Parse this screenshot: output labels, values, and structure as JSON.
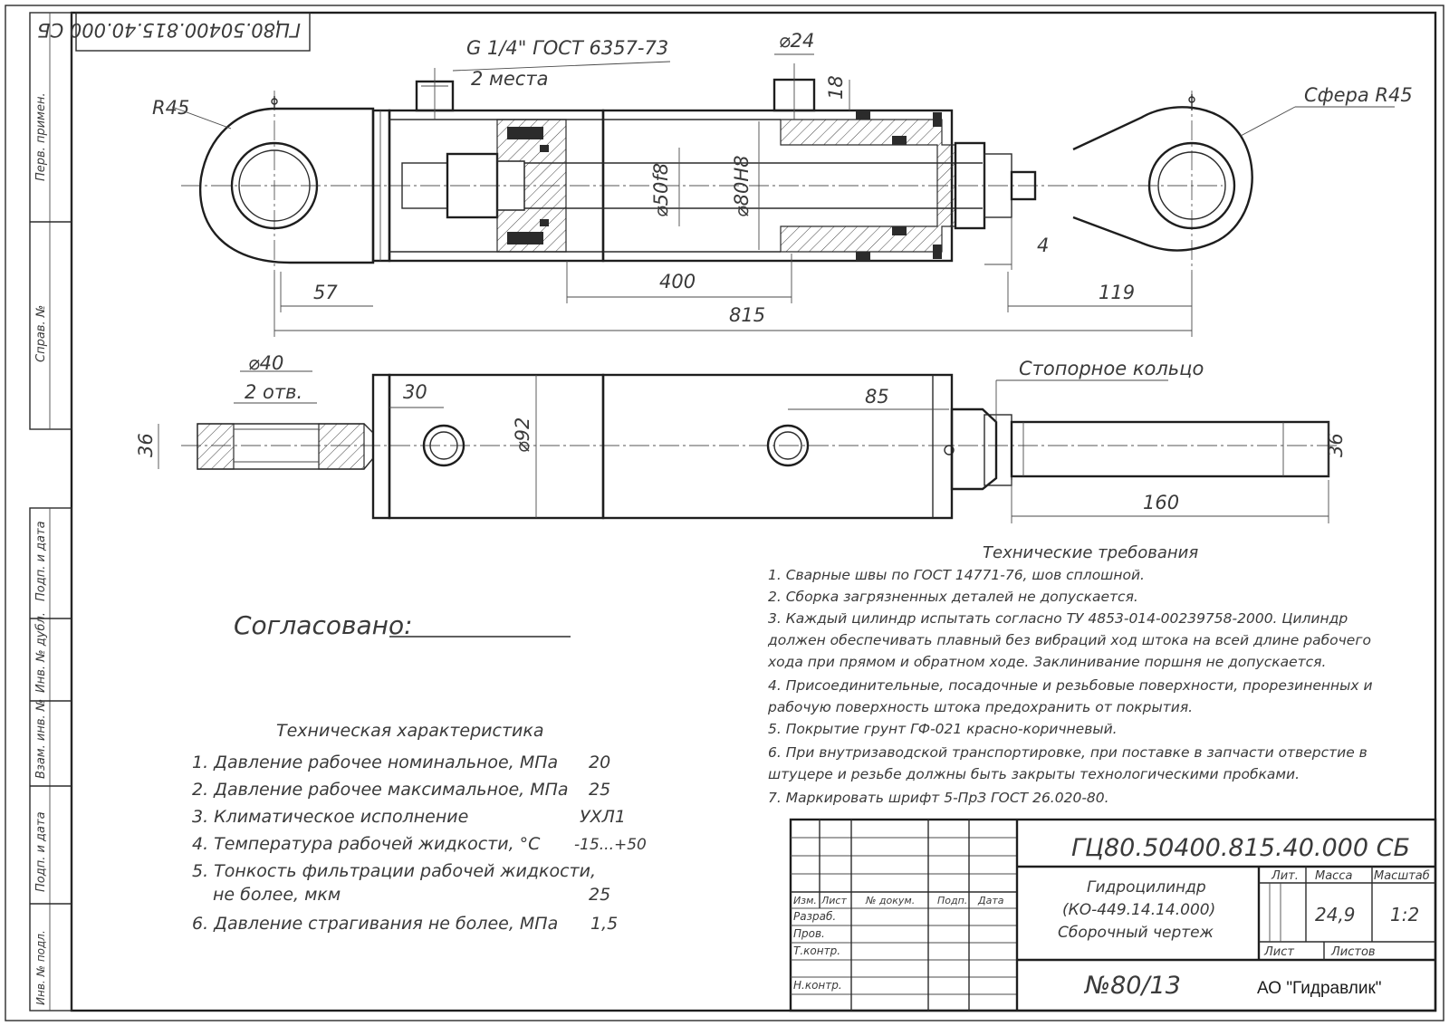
{
  "drawing": {
    "doc_number": "ГЦ80.50400.815.40.000 СБ",
    "doc_number_rotated": "ГЦ80.50400.815.40.000 СБ",
    "port_thread_note": "G 1/4\" ГОСТ 6357-73",
    "port_count_note": "2 места",
    "hole_count_note": "2 отв.",
    "retaining_ring_label": "Стопорное кольцо",
    "approved_label": "Согласовано:",
    "drawing_no": "№80/13",
    "company": "АО \"Гидравлик\""
  },
  "dimensions": {
    "r45_left": "R45",
    "sphere_r45": "Сфера R45",
    "d24": "⌀24",
    "d18": "18",
    "d50f8": "⌀50f8",
    "d80h8": "⌀80H8",
    "d57": "57",
    "d400": "400",
    "d815": "815",
    "d4": "4",
    "d119": "119",
    "d40": "⌀40",
    "d30": "30",
    "d92": "⌀92",
    "d85": "85",
    "d36_left": "36",
    "d36_right": "36",
    "d160": "160"
  },
  "tech_characteristics": {
    "title": "Техническая характеристика",
    "items": [
      {
        "label": "1. Давление рабочее номинальное, МПа",
        "value": "20"
      },
      {
        "label": "2. Давление рабочее максимальное, МПа",
        "value": "25"
      },
      {
        "label": "3. Климатическое исполнение",
        "value": "УХЛ1"
      },
      {
        "label": "4. Температура рабочей жидкости, °С",
        "value": "-15...+50"
      },
      {
        "label": "5. Тонкость фильтрации рабочей жидкости,",
        "value": ""
      },
      {
        "label": "не более, мкм",
        "value": "25"
      },
      {
        "label": "6. Давление страгивания не более, МПа",
        "value": "1,5"
      }
    ]
  },
  "tech_requirements": {
    "title": "Технические требования",
    "lines": [
      "1.  Сварные швы по ГОСТ 14771-76, шов сплошной.",
      "2.  Сборка загрязненных деталей не допускается.",
      "3. Каждый цилиндр испытать согласно ТУ 4853-014-00239758-2000. Цилиндр",
      "должен обеспечивать плавный без вибраций ход штока на всей длине рабочего",
      "хода при прямом и обратном ходе. Заклинивание поршня не допускается.",
      "4. Присоединительные, посадочные и резьбовые поверхности, прорезиненных и",
      "рабочую поверхность штока предохранить от покрытия.",
      "5. Покрытие грунт ГФ-021 красно-коричневый.",
      "6.  При внутризаводской транспортировке, при поставке в запчасти отверстие в",
      "штуцере и резьбе должны быть закрыты технологическими пробками.",
      "7. Маркировать шрифт 5-ПрЗ ГОСТ 26.020-80."
    ]
  },
  "title_block": {
    "name_line1": "Гидроцилиндр",
    "name_line2": "(КО-449.14.14.000)",
    "name_line3": "Сборочный чертеж",
    "col_izm": "Изм.",
    "col_list": "Лист",
    "col_doc": "№ докум.",
    "col_sign": "Подп.",
    "col_date": "Дата",
    "row_razrab": "Разраб.",
    "row_prov": "Пров.",
    "row_tkontr": "Т.контр.",
    "row_nkontr": "Н.контр.",
    "col_lit": "Лит.",
    "col_mass": "Масса",
    "col_scale": "Масштаб",
    "mass_value": "24,9",
    "scale_value": "1:2",
    "sheet_label": "Лист",
    "sheets_label": "Листов"
  },
  "side_stamp": {
    "perv_primen": "Перв. примен.",
    "sprav_no": "Справ. №",
    "podp_data_1": "Подп. и дата",
    "inv_dubl": "Инв. № дубл.",
    "vzam_inv": "Взам. инв. №",
    "podp_data_2": "Подп. и дата",
    "inv_podl": "Инв. № подл."
  }
}
